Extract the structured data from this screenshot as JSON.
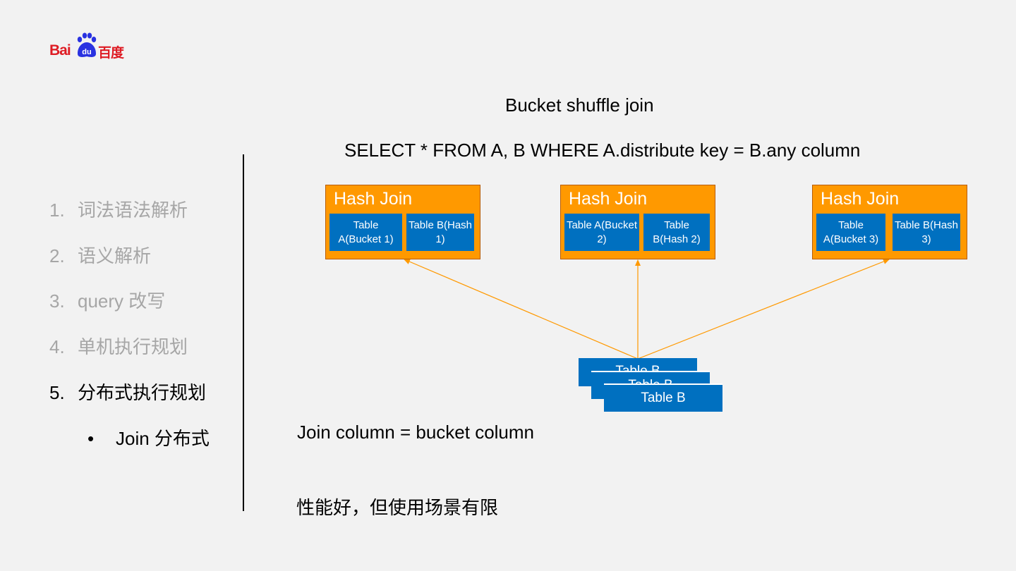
{
  "logo": {
    "left_text": "Bai",
    "mid_text": "du",
    "right_text": "百度"
  },
  "outline": [
    {
      "num": "1.",
      "label": "词法语法解析"
    },
    {
      "num": "2.",
      "label": "语义解析"
    },
    {
      "num": "3.",
      "label": "query 改写"
    },
    {
      "num": "4.",
      "label": "单机执行规划"
    },
    {
      "num": "5.",
      "label": "分布式执行规划"
    }
  ],
  "sub_item": {
    "bullet": "•",
    "label": "Join 分布式"
  },
  "diagram": {
    "title": "Bucket shuffle join",
    "sql": "SELECT * FROM A, B WHERE A.distribute key = B.any column",
    "hash_joins": [
      {
        "label": "Hash Join",
        "left_table": "Table A(Bucket 1)",
        "right_table": "Table B(Hash 1)"
      },
      {
        "label": "Hash Join",
        "left_table": "Table A(Bucket 2)",
        "right_table": "Table B(Hash 2)"
      },
      {
        "label": "Hash Join",
        "left_table": "Table A(Bucket 3)",
        "right_table": "Table B(Hash 3)"
      }
    ],
    "stack": [
      "Table B",
      "Table B",
      "Table B"
    ],
    "join_column_note": "Join column = bucket column",
    "perf_note": "性能好，但使用场景有限"
  },
  "colors": {
    "hash_join": "#ff9900",
    "table": "#0070c0",
    "arrow": "#ff9900",
    "logo": "#de1c24"
  }
}
